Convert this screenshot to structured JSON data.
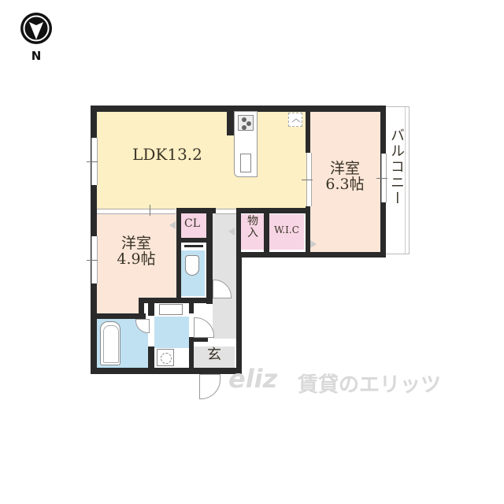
{
  "compass": {
    "icon": "north-arrow-icon",
    "label": "N"
  },
  "rooms": {
    "ldk": {
      "label": "LDK13.2"
    },
    "western_room_1": {
      "line1": "洋室",
      "line2": "6.3帖"
    },
    "western_room_2": {
      "line1": "洋室",
      "line2": "4.9帖"
    },
    "closet": {
      "label": "CL"
    },
    "storage": {
      "label": "物入"
    },
    "walk_in_closet": {
      "label": "W.I.C"
    },
    "entrance": {
      "label": "玄"
    },
    "balcony": {
      "label": "バルコニー"
    }
  },
  "watermark": {
    "logo": "eliz",
    "text": "賃貸のエリッツ"
  },
  "colors": {
    "ldk": "#fdf0c4",
    "western_room": "#fbe6d8",
    "closet": "#f7d5e4",
    "wet_area": "#bfe1f2",
    "hallway": "#e2e2e2",
    "wall": "#2a2a2a"
  }
}
